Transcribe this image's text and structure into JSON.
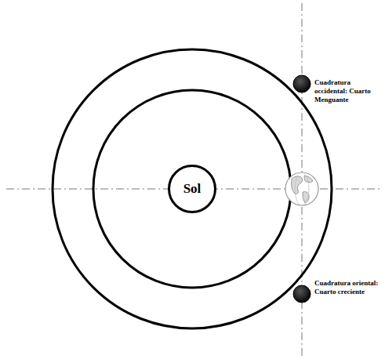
{
  "diagram": {
    "nodes": [
      {
        "text": [
          "Sol"
        ]
      }
    ],
    "labels": [
      "Cuadratura occidental: Cuarto Menguante",
      "Cuadratura oriental: Cuarto creciente"
    ]
  }
}
